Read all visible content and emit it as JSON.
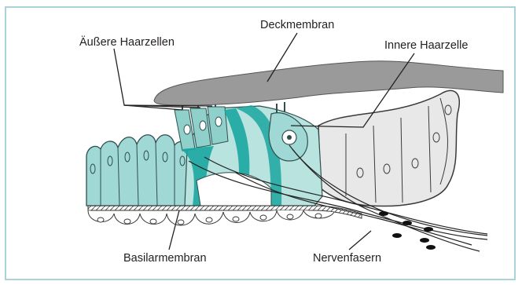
{
  "labels": {
    "deckmembran": "Deckmembran",
    "aeussere": "Äußere Haarzellen",
    "innere": "Innere Haarzelle",
    "basilar": "Basilarmembran",
    "nerven": "Nervenfasern"
  },
  "colors": {
    "teal_light": "#9fd8d4",
    "teal_dark": "#1aa6a0",
    "membrane_gray": "#9a9a9a",
    "cell_gray": "#e6e6e6",
    "outline": "#3a3a3a",
    "frame": "#a9d3d8"
  }
}
